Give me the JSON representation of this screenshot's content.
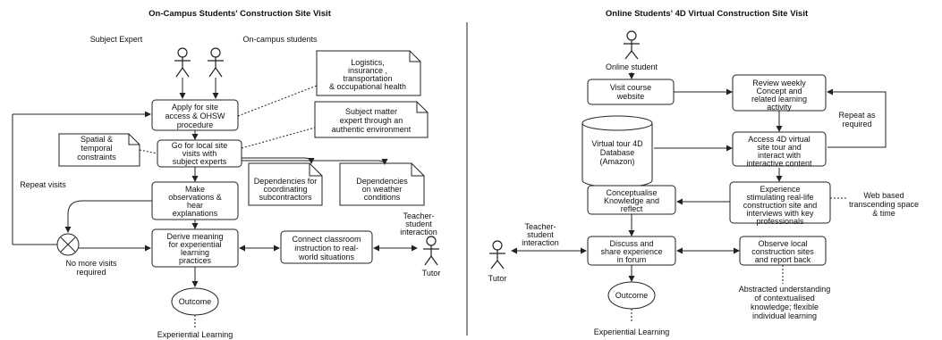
{
  "left_panel": {
    "title": "On-Campus Students' Construction Site Visit",
    "actor_subject_expert": "Subject Expert",
    "actor_students": "On-campus students",
    "apply": [
      "Apply for site",
      "access & OHSW",
      "procedure"
    ],
    "go_local": [
      "Go for local site",
      "visits with",
      "subject experts"
    ],
    "make_obs": [
      "Make",
      "observations &",
      "hear",
      "explanations"
    ],
    "derive": [
      "Derive meaning",
      "for experiential",
      "learning",
      "practices"
    ],
    "connect": [
      "Connect classroom",
      "instruction to real-",
      "world situations"
    ],
    "note_logistics": [
      "Logistics,",
      "insurance ,",
      "transportation",
      "& occupational health"
    ],
    "note_sme": [
      "Subject matter",
      "expert through an",
      "authentic environment"
    ],
    "note_spatial": [
      "Spatial &",
      "temporal",
      "constraints"
    ],
    "dep_sub": [
      "Dependencies for",
      "coordinating",
      "subcontractors"
    ],
    "dep_weather": [
      "Dependencies",
      "on weather",
      "conditions"
    ],
    "repeat_visits": "Repeat visits",
    "no_more": [
      "No more visits",
      "required"
    ],
    "interaction": [
      "Teacher-",
      "student",
      "interaction"
    ],
    "tutor": "Tutor",
    "outcome": "Outcome",
    "result": "Experiential Learning"
  },
  "right_panel": {
    "title": "Online Students' 4D Virtual Construction Site Visit",
    "actor_online": "Online student",
    "visit": [
      "Visit course",
      "website"
    ],
    "review": [
      "Review weekly",
      "Concept  and",
      "related learning",
      "activity"
    ],
    "repeat": [
      "Repeat as",
      "required"
    ],
    "database": [
      "Virtual tour 4D",
      "Database",
      "(Amazon)"
    ],
    "access": [
      "Access 4D virtual",
      "site tour and",
      "interact with",
      "interactive content"
    ],
    "experience": [
      "Experience",
      "stimulating real-life",
      "construction site and",
      "interviews with key",
      "professionals"
    ],
    "web_based": [
      "Web based",
      "transcending space",
      "& time"
    ],
    "conceptualise": [
      "Conceptualise",
      "Knowledge and",
      "reflect"
    ],
    "discuss": [
      "Discuss and",
      "share experience",
      "in forum"
    ],
    "observe": [
      "Observe local",
      "construction sites",
      "and report back"
    ],
    "abstracted": [
      "Abstracted understanding",
      "of contextualised",
      "knowledge; flexible",
      "individual learning"
    ],
    "interaction": [
      "Teacher-",
      "student",
      "interaction"
    ],
    "tutor": "Tutor",
    "outcome": "Outcome",
    "result": "Experiential Learning"
  }
}
